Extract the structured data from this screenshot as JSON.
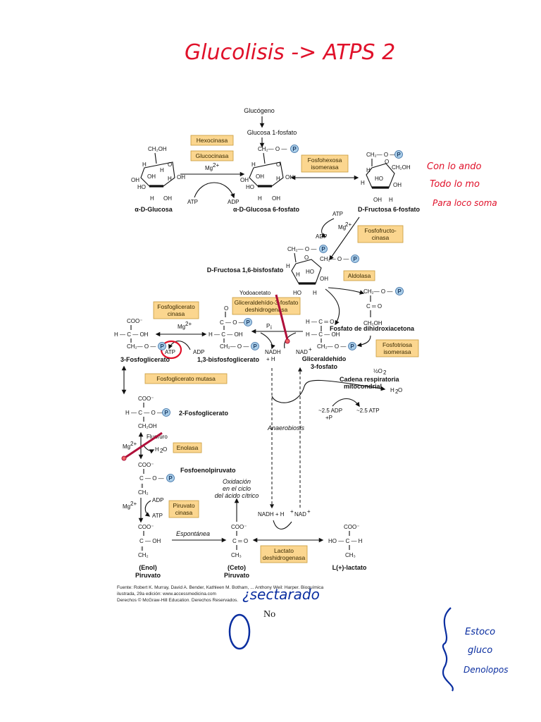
{
  "annotations": {
    "title": "Glucolisis -> ATPS 2",
    "side_note": [
      "Con lo ando",
      "Todo lo mo",
      "Para loco soma"
    ],
    "bottom_mark": "¿sectarado",
    "brace_note": [
      "Estoco",
      "gluco",
      "Denolopos"
    ],
    "no_text": "No"
  },
  "compounds": {
    "glucogeno": "Glucógeno",
    "glucosa1p": "Glucosa 1-fosfato",
    "aglucosa": "α-D-Glucosa",
    "aglucosa6p": "α-D-Glucosa 6-fosfato",
    "fructosa6p": "D-Fructosa 6-fosfato",
    "fructosa16bp": "D-Fructosa 1,6-bisfosfato",
    "dhap": "Fosfato de dihidroxiacetona",
    "gap": "Gliceraldehído",
    "gap2": "3-fosfato",
    "bpg13": "1,3-bisfosfoglicerato",
    "pg3": "3-Fosfoglicerato",
    "pg2": "2-Fosfoglicerato",
    "pep": "Fosfoenolpiruvato",
    "enol": "(Enol)",
    "enol2": "Piruvato",
    "ceto": "(Ceto)",
    "ceto2": "Piruvato",
    "lactato": "L(+)-lactato"
  },
  "enzymes": {
    "hexocinasa": "Hexocinasa",
    "glucocinasa": "Glucocinasa",
    "fosfohexosa": [
      "Fosfohexosa",
      "isomerasa"
    ],
    "fosfofructo": [
      "Fosfofructo-",
      "cinasa"
    ],
    "aldolasa": "Aldolasa",
    "gapdh": [
      "Gliceraldehído-3-fosfato",
      "deshidrogenasa"
    ],
    "pgk": [
      "Fosfoglicerato",
      "cinasa"
    ],
    "tpi": [
      "Fosfotriosa",
      "isomerasa"
    ],
    "pgm": "Fosfoglicerato mutasa",
    "enolasa": "Enolasa",
    "pk": [
      "Piruvato",
      "cinasa"
    ],
    "ldh": [
      "Lactato",
      "deshidrogenasa"
    ]
  },
  "labels": {
    "mg": "Mg",
    "atp": "ATP",
    "adp": "ADP",
    "yodoacetato": "Yodoacetato",
    "fluoruro": "Fluoruro",
    "pi": "P",
    "nadh": "NADH",
    "nadh_h": "+ H",
    "nad": "NAD",
    "h2o": "H",
    "half_o2": "½O",
    "cadena": [
      "Cadena respiratoria",
      "mitocondrial"
    ],
    "atp25a": "~2.5 ADP",
    "atp25b": "+P",
    "atp25c": "~2.5 ATP",
    "anaerobiosis": "Anaerobiosis",
    "oxidacion": [
      "Oxidación",
      "en el ciclo",
      "del ácido cítrico"
    ],
    "espontanea": "Espontánea",
    "nadh_plus_h": "NADH + H",
    "p_symbol": "P"
  },
  "source_caption": [
    "Fuente: Robert K. Murray, David A. Bender, Kathleen M. Botham, ... Anthony Weil: Harper. Bioquímica",
    "ilustrada, 29a edición: www.accessmedicina.com",
    "Derechos © McGraw-Hill Education. Derechos Reservados."
  ]
}
